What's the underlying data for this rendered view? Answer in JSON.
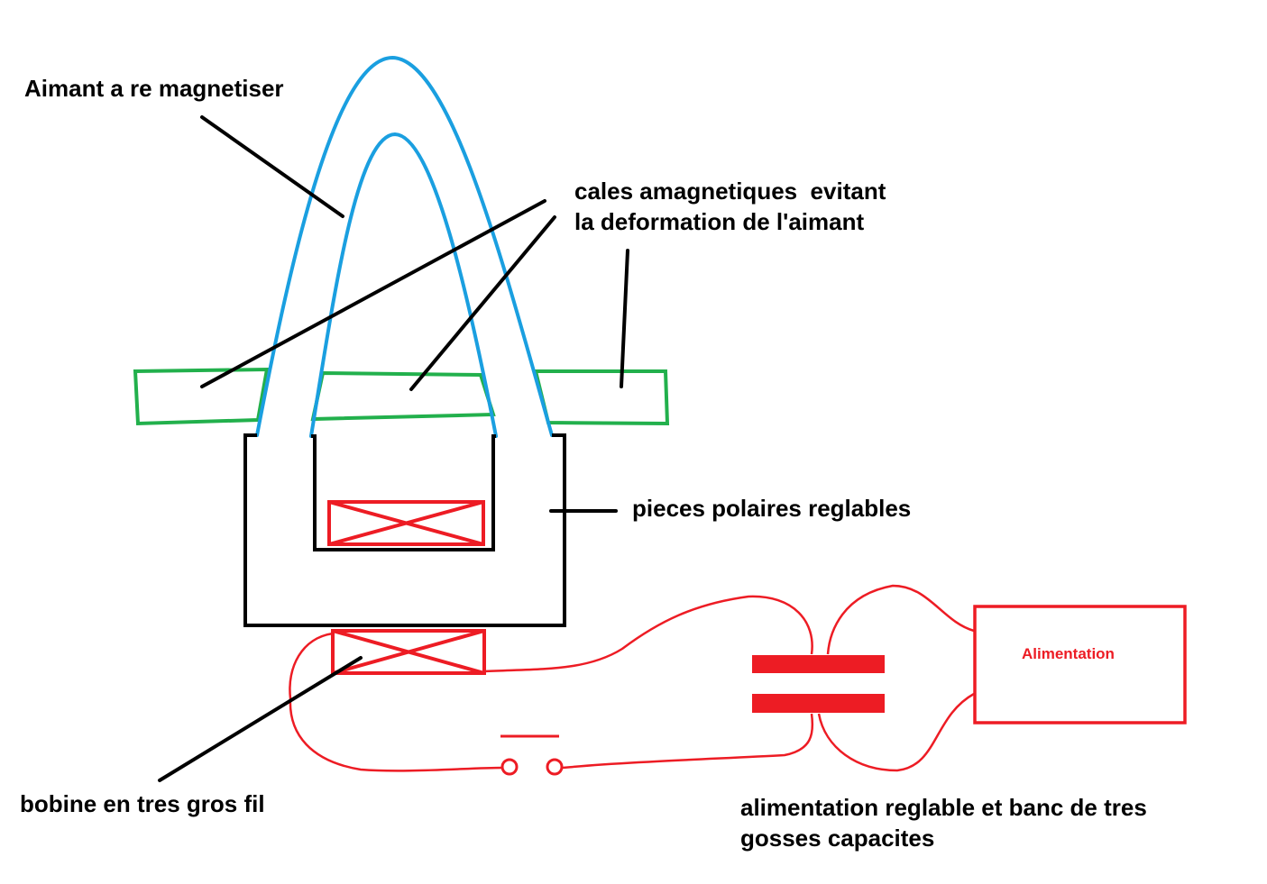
{
  "colors": {
    "magnet": "#1a9fe0",
    "shims": "#22b04c",
    "structure": "#000000",
    "electrical": "#ed1c24",
    "background": "#ffffff"
  },
  "labels": {
    "magnet": "Aimant a re magnetiser",
    "shims_line1": "cales amagnetiques  evitant",
    "shims_line2": "la deformation de l'aimant",
    "pole_pieces": "pieces polaires reglables",
    "coil": "bobine en tres gros fil",
    "supply_line1": "alimentation reglable et banc de tres",
    "supply_line2": "gosses capacites",
    "power_box": "Alimentation"
  }
}
